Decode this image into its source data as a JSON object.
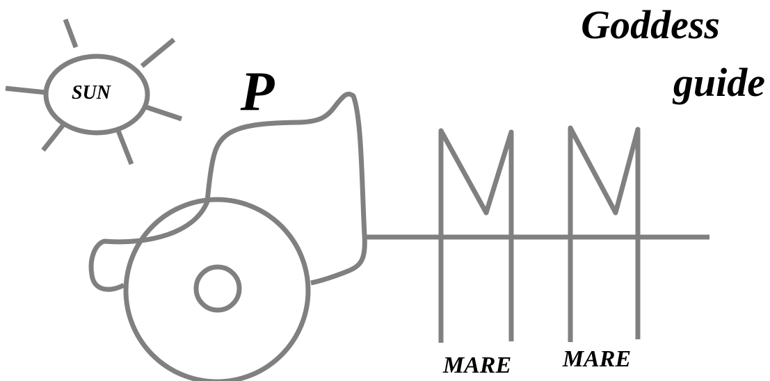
{
  "labels": {
    "sun": "SUN",
    "p": "P",
    "goddess_line1": "Goddess",
    "goddess_line2": "guide",
    "mare_left": "MARE",
    "mare_right": "MARE"
  },
  "colors": {
    "stroke": "#808080",
    "text": "#000000",
    "background": "#ffffff"
  }
}
